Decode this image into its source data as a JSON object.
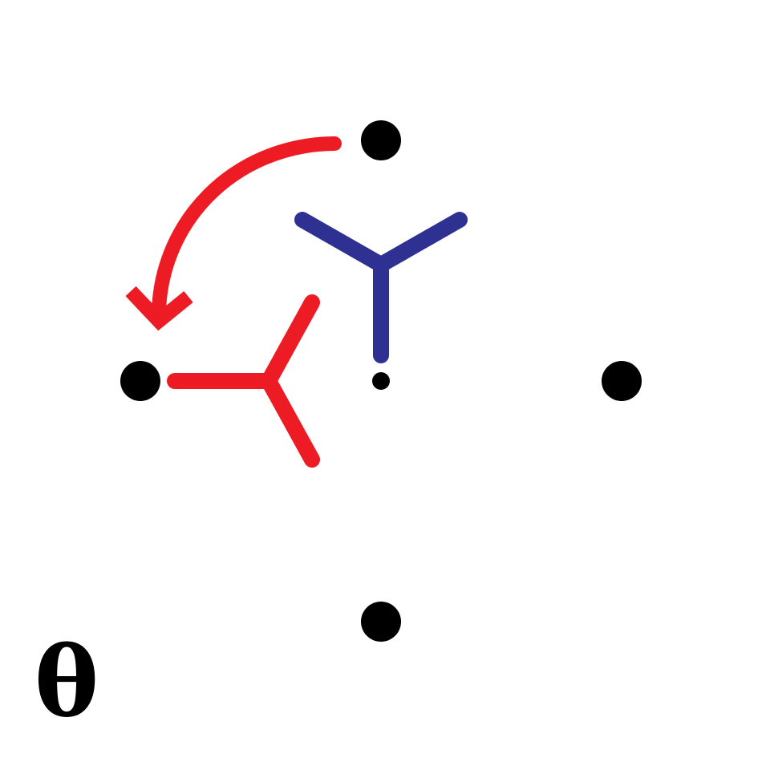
{
  "diagram": {
    "label": "θ",
    "colors": {
      "point": "#000000",
      "original_symbol": "#2e3192",
      "rotated_symbol": "#ed1c24",
      "rotation_arrow": "#ed1c24",
      "label": "#000000"
    },
    "points": [
      "top",
      "left",
      "right",
      "bottom",
      "center"
    ],
    "rotation_direction": "counterclockwise"
  }
}
